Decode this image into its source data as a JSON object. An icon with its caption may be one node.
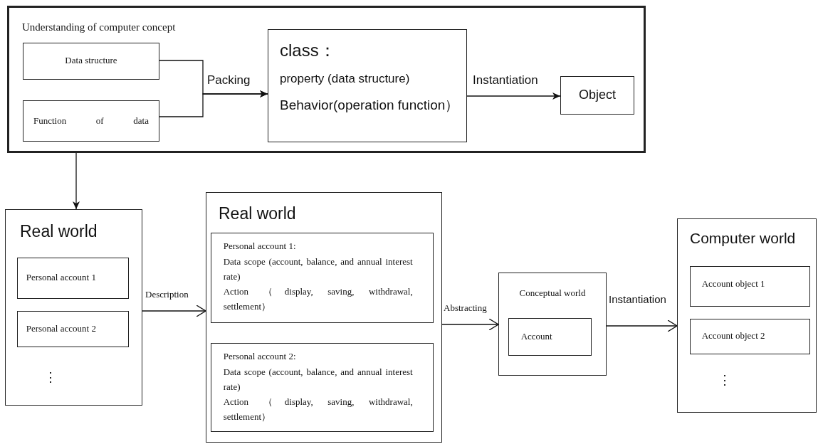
{
  "diagram": {
    "nodes": [
      {
        "text": [
          "Understanding of computer concept"
        ]
      },
      {
        "text": [
          "Data structure"
        ],
        "in": 0
      },
      {
        "text": [
          "Function of data"
        ],
        "in": 0
      },
      {
        "text": [
          "class：",
          "property (data structure)",
          "Behavior(operation function）"
        ],
        "in": 0
      },
      {
        "text": [
          "Object"
        ],
        "in": 0
      },
      {
        "text": [
          "Real world",
          "⋮"
        ]
      },
      {
        "text": [
          "Personal account 1"
        ],
        "in": 5
      },
      {
        "text": [
          "Personal account 2"
        ],
        "in": 5
      },
      {
        "text": [
          "Real world"
        ]
      },
      {
        "text": [
          "Personal account 1:",
          "Data scope (account, balance, and annual interest rate)",
          "Action （display, saving, withdrawal, settlement）"
        ],
        "in": 8
      },
      {
        "text": [
          "Personal account 2:",
          "Data scope (account, balance, and annual interest rate)",
          "Action （display, saving, withdrawal, settlement）"
        ],
        "in": 8
      },
      {
        "text": [
          "Conceptual world"
        ]
      },
      {
        "text": [
          "Account"
        ],
        "in": 11
      },
      {
        "text": [
          "Computer world",
          "⋮"
        ]
      },
      {
        "text": [
          "Account object 1"
        ],
        "in": 13
      },
      {
        "text": [
          "Account object 2"
        ],
        "in": 13
      }
    ],
    "edges": [
      {
        "from": 1,
        "to": 3,
        "arrow": "to",
        "label": "Packing"
      },
      {
        "from": 2,
        "to": 3,
        "arrow": "to"
      },
      {
        "from": 3,
        "to": 4,
        "arrow": "to",
        "label": "Instantiation"
      },
      {
        "from": 0,
        "to": 5,
        "arrow": "to"
      },
      {
        "from": 5,
        "to": 8,
        "arrow": "to",
        "label": "Description"
      },
      {
        "from": 8,
        "to": 11,
        "arrow": "to",
        "label": "Abstracting"
      },
      {
        "from": 11,
        "to": 13,
        "arrow": "to",
        "label": "Instantiation"
      }
    ]
  }
}
